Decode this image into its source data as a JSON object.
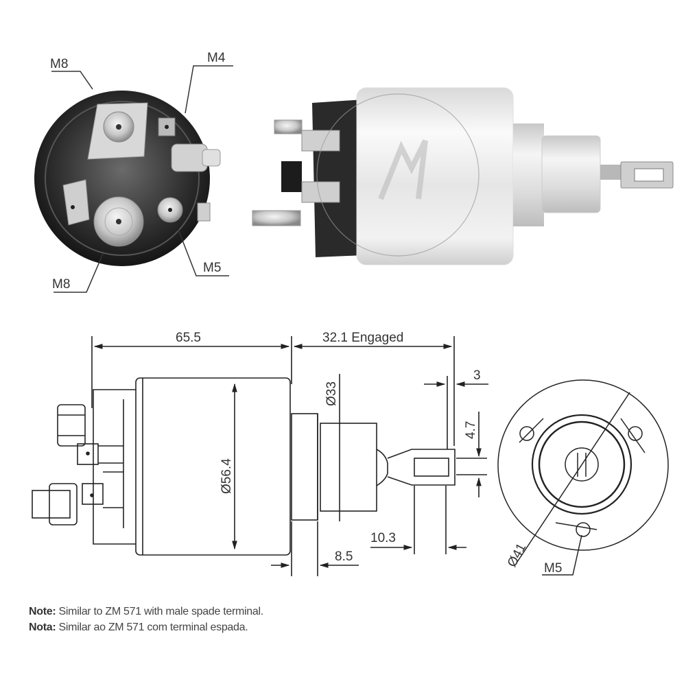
{
  "photos": {
    "end_view": {
      "labels": [
        {
          "text": "M8",
          "position": "top-left"
        },
        {
          "text": "M4",
          "position": "top-right"
        },
        {
          "text": "M8",
          "position": "bottom-left"
        },
        {
          "text": "M5",
          "position": "bottom-right"
        }
      ]
    },
    "side_view": {
      "description": "solenoid photo, silver body with watermark"
    }
  },
  "drawing": {
    "dimensions": {
      "body_length": "65.5",
      "stroke": "32.1 Engaged",
      "body_diameter": "Ø56.4",
      "nose_diameter": "Ø33",
      "tab_offset": "3",
      "slot_width": "4.7",
      "tab_length": "10.3",
      "flange_thickness": "8.5"
    },
    "end_view": {
      "bolt_circle": "Ø41",
      "thread": "M5"
    }
  },
  "notes": [
    {
      "label": "Note:",
      "text": " Similar to ZM 571 with male spade terminal."
    },
    {
      "label": "Nota:",
      "text": " Similar ao ZM 571 com terminal espada."
    }
  ]
}
